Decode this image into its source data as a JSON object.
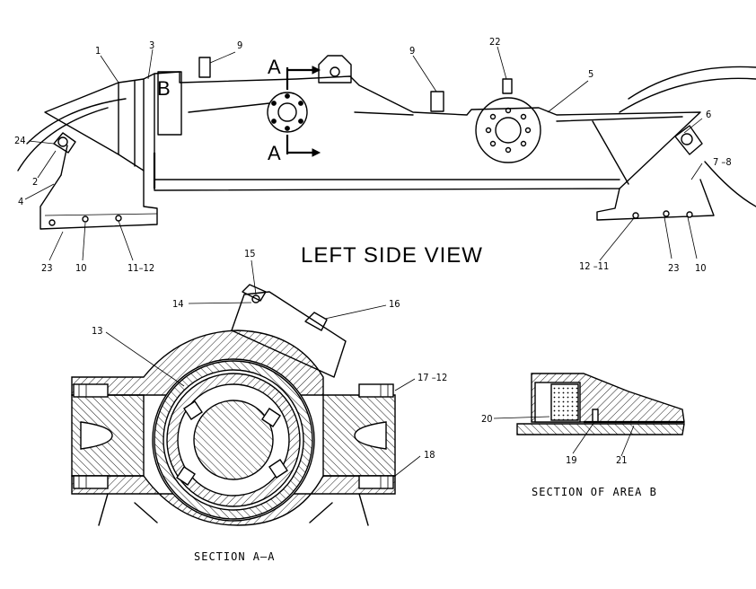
{
  "views": {
    "main_title": "LEFT SIDE VIEW",
    "section_aa": "SECTION A–A",
    "section_area_b": "SECTION OF AREA B"
  },
  "markers": {
    "b": "B",
    "a_top": "A",
    "a_bottom": "A"
  },
  "callouts": {
    "c1": "1",
    "c3": "3",
    "c9a": "9",
    "c9b": "9",
    "c22": "22",
    "c5": "5",
    "c6": "6",
    "c7_8": "7 –8",
    "c24": "24",
    "c2": "2",
    "c4": "4",
    "c23a": "23",
    "c10a": "10",
    "c11_12": "11–12",
    "c12_11": "12 –11",
    "c23b": "23",
    "c10b": "10",
    "c15": "15",
    "c14": "14",
    "c16": "16",
    "c13": "13",
    "c17_12": "17 –12",
    "c18": "18",
    "c20": "20",
    "c19": "19",
    "c21": "21"
  }
}
